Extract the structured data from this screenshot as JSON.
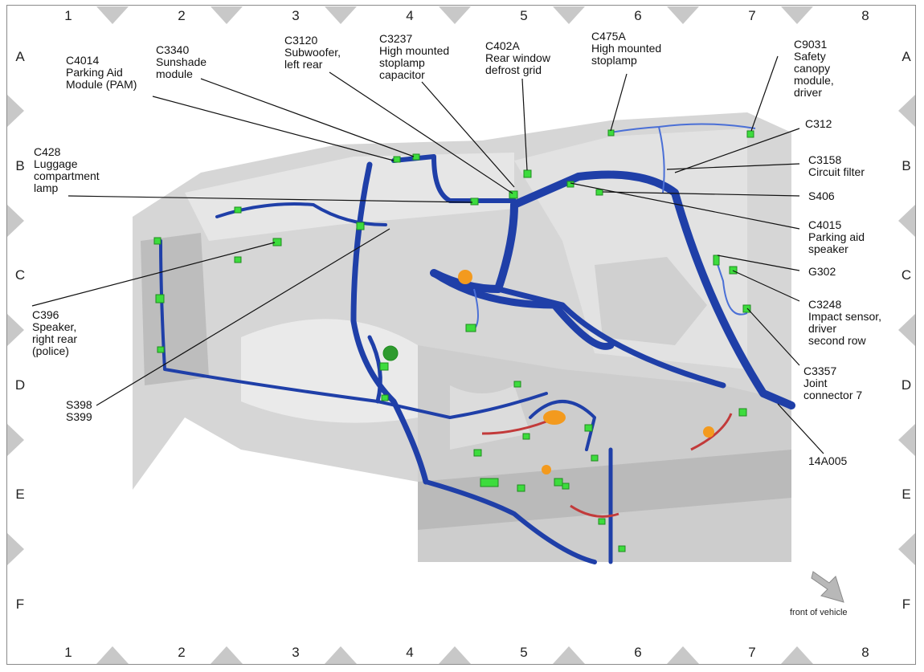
{
  "grid": {
    "columns": [
      "1",
      "2",
      "3",
      "4",
      "5",
      "6",
      "7",
      "8"
    ],
    "rows": [
      "A",
      "B",
      "C",
      "D",
      "E",
      "F"
    ]
  },
  "callouts": {
    "c4014": [
      "C4014",
      "Parking Aid",
      "Module (PAM)"
    ],
    "c3340": [
      "C3340",
      "Sunshade",
      "module"
    ],
    "c3120": [
      "C3120",
      "Subwoofer,",
      "left rear"
    ],
    "c3237": [
      "C3237",
      "High mounted",
      "stoplamp",
      "capacitor"
    ],
    "c402a": [
      "C402A",
      "Rear window",
      "defrost grid"
    ],
    "c475a": [
      "C475A",
      "High mounted",
      "stoplamp"
    ],
    "c9031": [
      "C9031",
      "Safety",
      "canopy",
      "module,",
      "driver"
    ],
    "c428": [
      "C428",
      "Luggage",
      "compartment",
      "lamp"
    ],
    "c312": [
      "C312"
    ],
    "c3158": [
      "C3158",
      "Circuit filter"
    ],
    "s406": [
      "S406"
    ],
    "c4015": [
      "C4015",
      "Parking aid",
      "speaker"
    ],
    "g302": [
      "G302"
    ],
    "c3248": [
      "C3248",
      "Impact sensor,",
      "driver",
      "second row"
    ],
    "c396": [
      "C396",
      "Speaker,",
      "right rear",
      "(police)"
    ],
    "c3357": [
      "C3357",
      "Joint",
      "connector 7"
    ],
    "s398": [
      "S398",
      "S399"
    ],
    "a14a005": [
      "14A005"
    ]
  },
  "front_label": "front of vehicle",
  "colors": {
    "harness": "#1f3fa8",
    "harness_light": "#4a6fd6",
    "connector": "#3ddc3d",
    "red_wire": "#c23a3a",
    "orange": "#f39a1e",
    "body": "#cfcfcf",
    "body_dark": "#9c9c9c"
  }
}
